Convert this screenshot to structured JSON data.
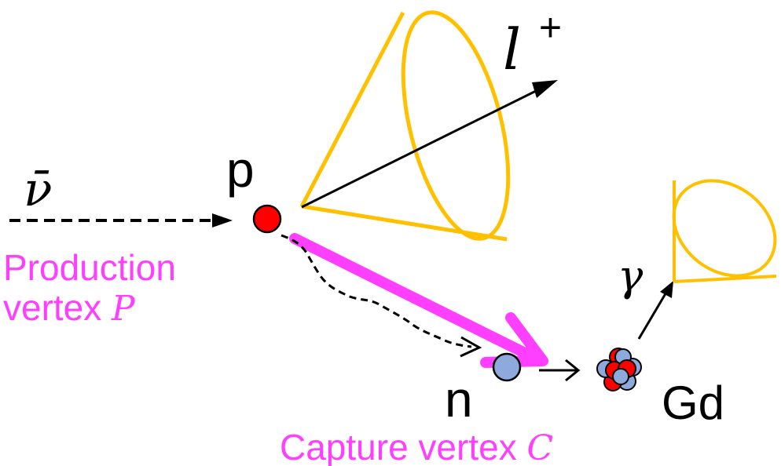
{
  "labels": {
    "neutrino": "ν̄",
    "proton": "p",
    "lepton_symbol": "l",
    "lepton_sign": "+",
    "production_line1": "Production",
    "production_line2": "vertex ",
    "production_var": "P",
    "neutron": "n",
    "gamma": "γ",
    "nucleus": "Gd",
    "capture_text": "Capture vertex ",
    "capture_var": "C"
  },
  "colors": {
    "cone": "#FFC000",
    "vertex_arrow": "#FF3FFF",
    "proton": "#FF0000",
    "neutron": "#8EA9DB",
    "text": "#000000"
  }
}
